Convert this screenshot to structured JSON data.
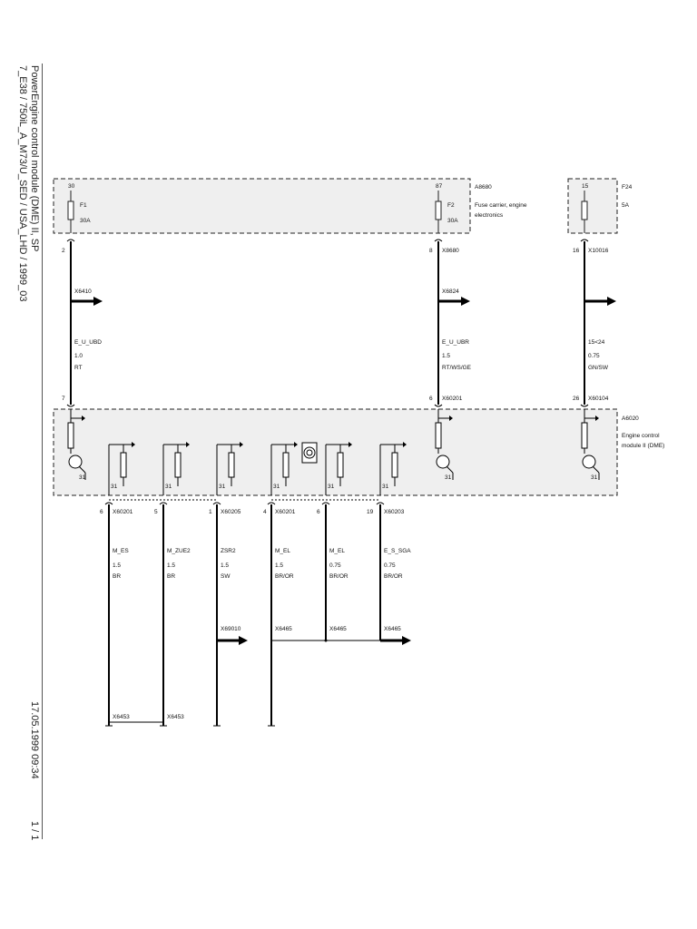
{
  "sidebar": {
    "title": "PowerEngine control module (DME) II, SP",
    "model": "7_E38 / 750iL_A_M73/U_SED / USA_LHD / 1999_03",
    "datetime": "17.05.1999 09:34",
    "page": "1 / 1"
  },
  "fuse_carrier": {
    "id": "A8680",
    "name_line1": "Fuse carrier, engine",
    "name_line2": "electronics",
    "f1": {
      "terminal": "30",
      "name": "F1",
      "rating": "30A"
    },
    "f2": {
      "terminal": "87",
      "name": "F2",
      "rating": "30A"
    }
  },
  "fuse_f24": {
    "terminal": "15",
    "name": "F24",
    "rating": "5A"
  },
  "ecm": {
    "id": "A6020",
    "name_line1": "Engine control",
    "name_line2": "module II (DME)"
  },
  "ground_label": "31",
  "top_wires": [
    {
      "pin_top": "2",
      "connector_top": "",
      "arrow_connector": "X6410",
      "signal": "E_U_UBD",
      "gauge": "1.0",
      "color": "RT",
      "pin_bottom": "7",
      "connector_bottom": ""
    },
    {
      "pin_top": "8",
      "connector_top": "X8680",
      "arrow_connector": "X6824",
      "signal": "E_U_UBR",
      "gauge": "1.5",
      "color": "RT/WS/GE",
      "pin_bottom": "6",
      "connector_bottom": "X60201"
    },
    {
      "pin_top": "16",
      "connector_top": "X10016",
      "arrow_connector": "",
      "signal": "15<24",
      "gauge": "0.75",
      "color": "GN/SW",
      "pin_bottom": "26",
      "connector_bottom": "X60104"
    }
  ],
  "bottom_wires": [
    {
      "pin": "6",
      "connector": "X60201",
      "signal": "M_ES",
      "gauge": "1.5",
      "color": "BR",
      "end_connector": "X6453"
    },
    {
      "pin": "5",
      "connector": "",
      "signal": "M_ZUE2",
      "gauge": "1.5",
      "color": "BR",
      "end_connector": "X6453"
    },
    {
      "pin": "1",
      "connector": "X60205",
      "signal": "ZSR2",
      "gauge": "1.5",
      "color": "SW",
      "end_connector": "X69010"
    },
    {
      "pin": "4",
      "connector": "X60201",
      "signal": "M_EL",
      "gauge": "1.5",
      "color": "BR/OR",
      "end_connector": "X6465"
    },
    {
      "pin": "6",
      "connector": "",
      "signal": "M_EL",
      "gauge": "0.75",
      "color": "BR/OR",
      "end_connector": "X6465"
    },
    {
      "pin": "19",
      "connector": "X60203",
      "signal": "E_S_SGA",
      "gauge": "0.75",
      "color": "BR/OR",
      "end_connector": "X6465"
    }
  ]
}
